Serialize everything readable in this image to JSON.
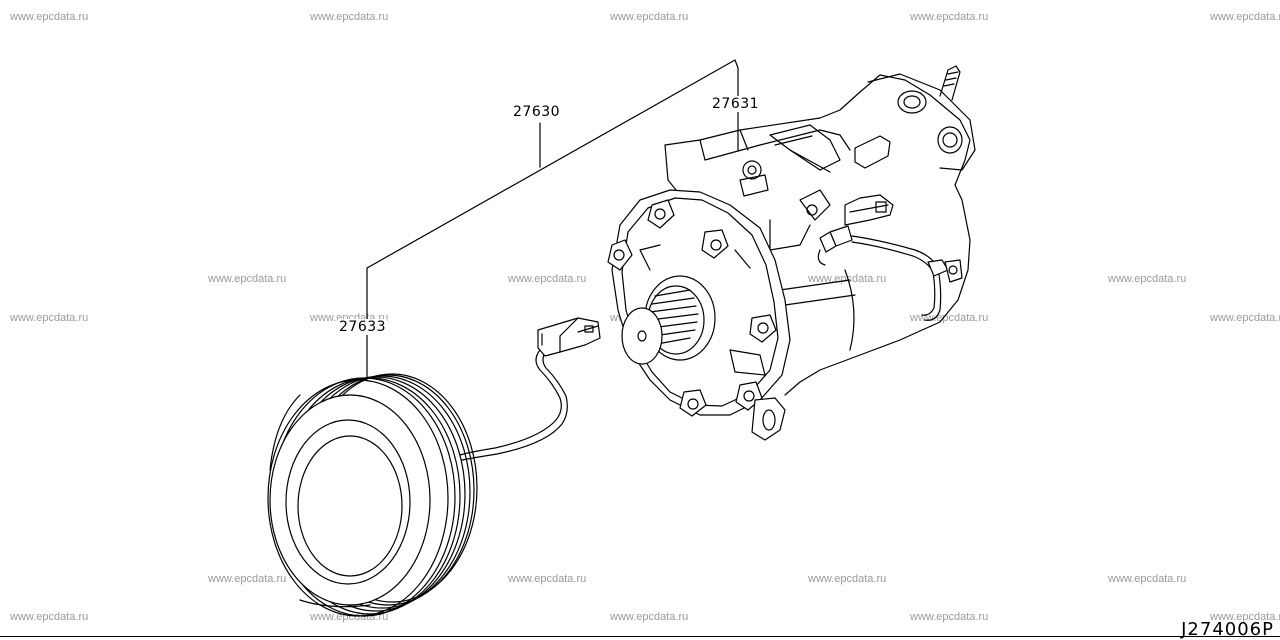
{
  "watermark": {
    "text": "www.epcdata.ru"
  },
  "labels": {
    "assembly": "27630",
    "compressor": "27631",
    "clutch": "27633"
  },
  "drawing_code": "J274006P"
}
